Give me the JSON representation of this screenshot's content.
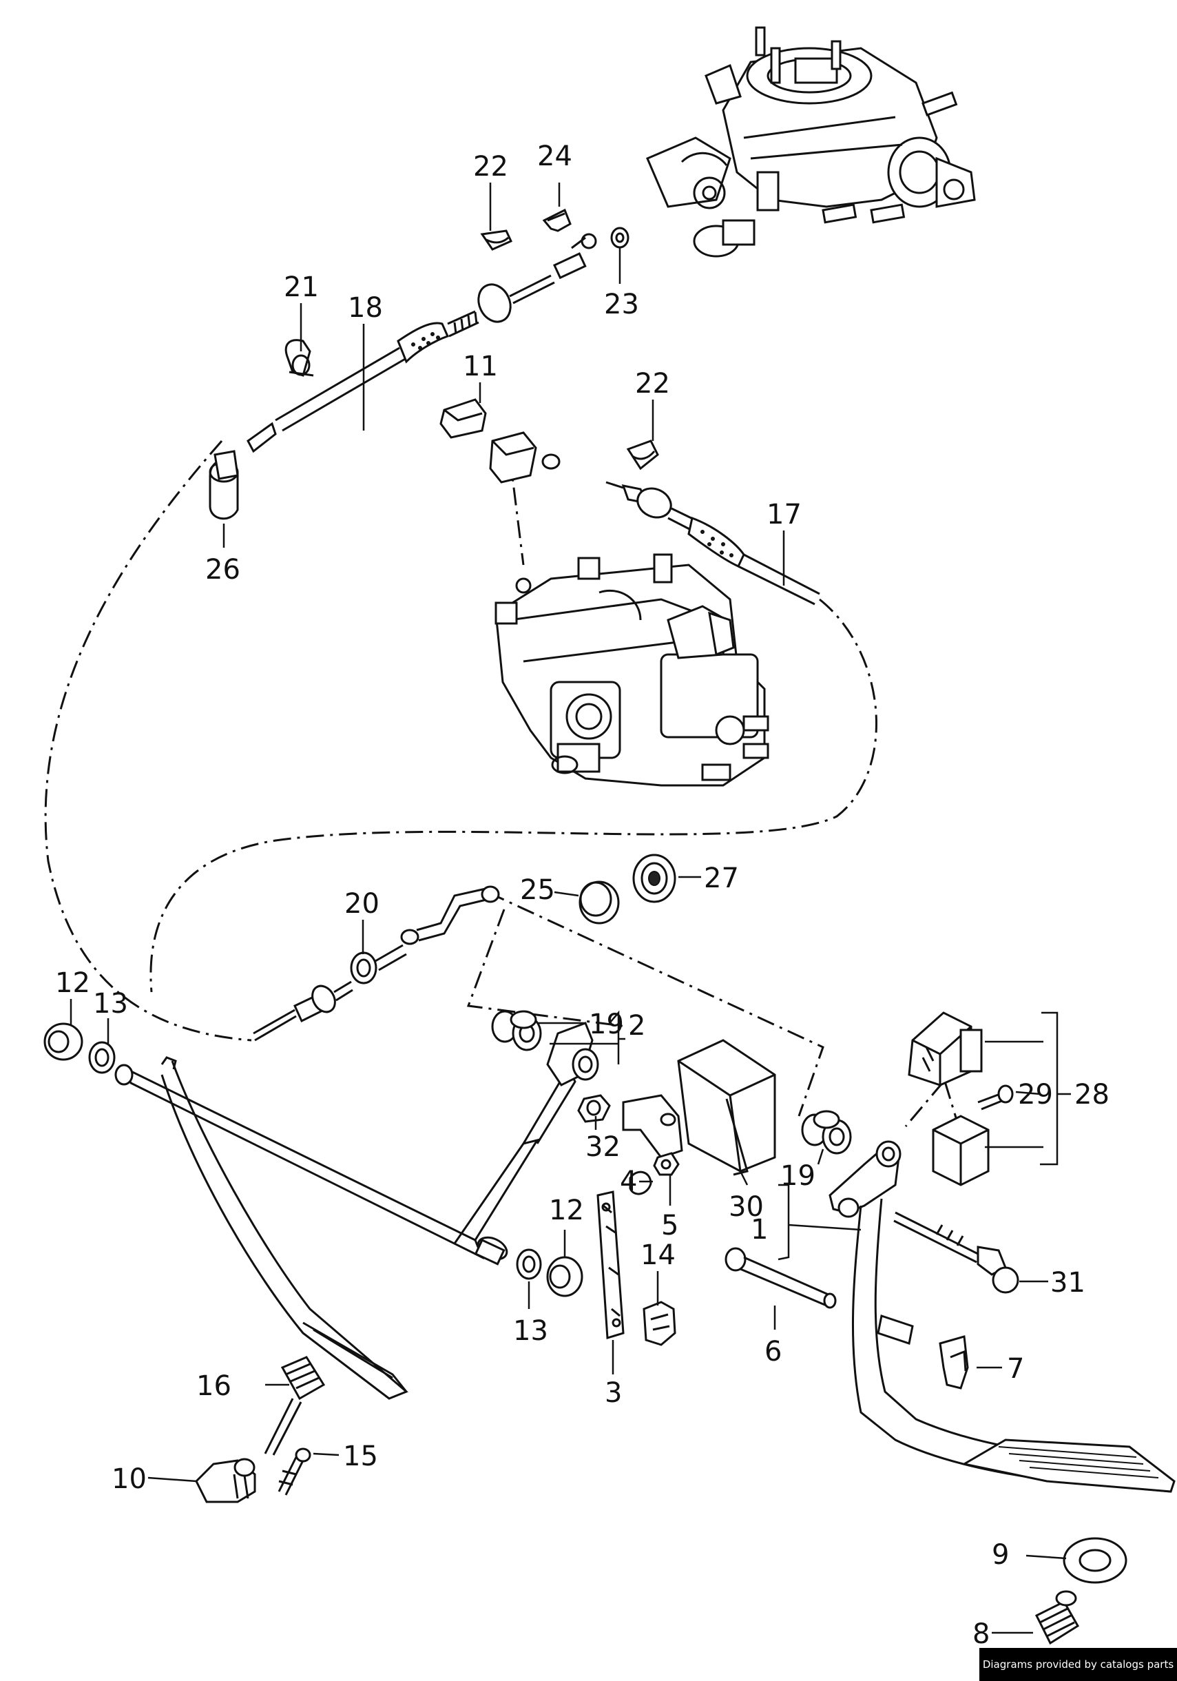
{
  "labels": {
    "l1": "1",
    "l2": "2",
    "l3": "3",
    "l4": "4",
    "l5": "5",
    "l6": "6",
    "l7": "7",
    "l8": "8",
    "l9": "9",
    "l10": "10",
    "l11": "11",
    "l12a": "12",
    "l12b": "12",
    "l13a": "13",
    "l13b": "13",
    "l14": "14",
    "l15": "15",
    "l16": "16",
    "l17": "17",
    "l18": "18",
    "l19a": "19",
    "l19b": "19",
    "l20": "20",
    "l21": "21",
    "l22a": "22",
    "l22b": "22",
    "l23": "23",
    "l24": "24",
    "l25": "25",
    "l26": "26",
    "l27": "27",
    "l28": "28",
    "l29": "29",
    "l30": "30",
    "l31": "31",
    "l32": "32"
  },
  "footer": {
    "credit": "Diagrams provided by catalogs parts"
  }
}
